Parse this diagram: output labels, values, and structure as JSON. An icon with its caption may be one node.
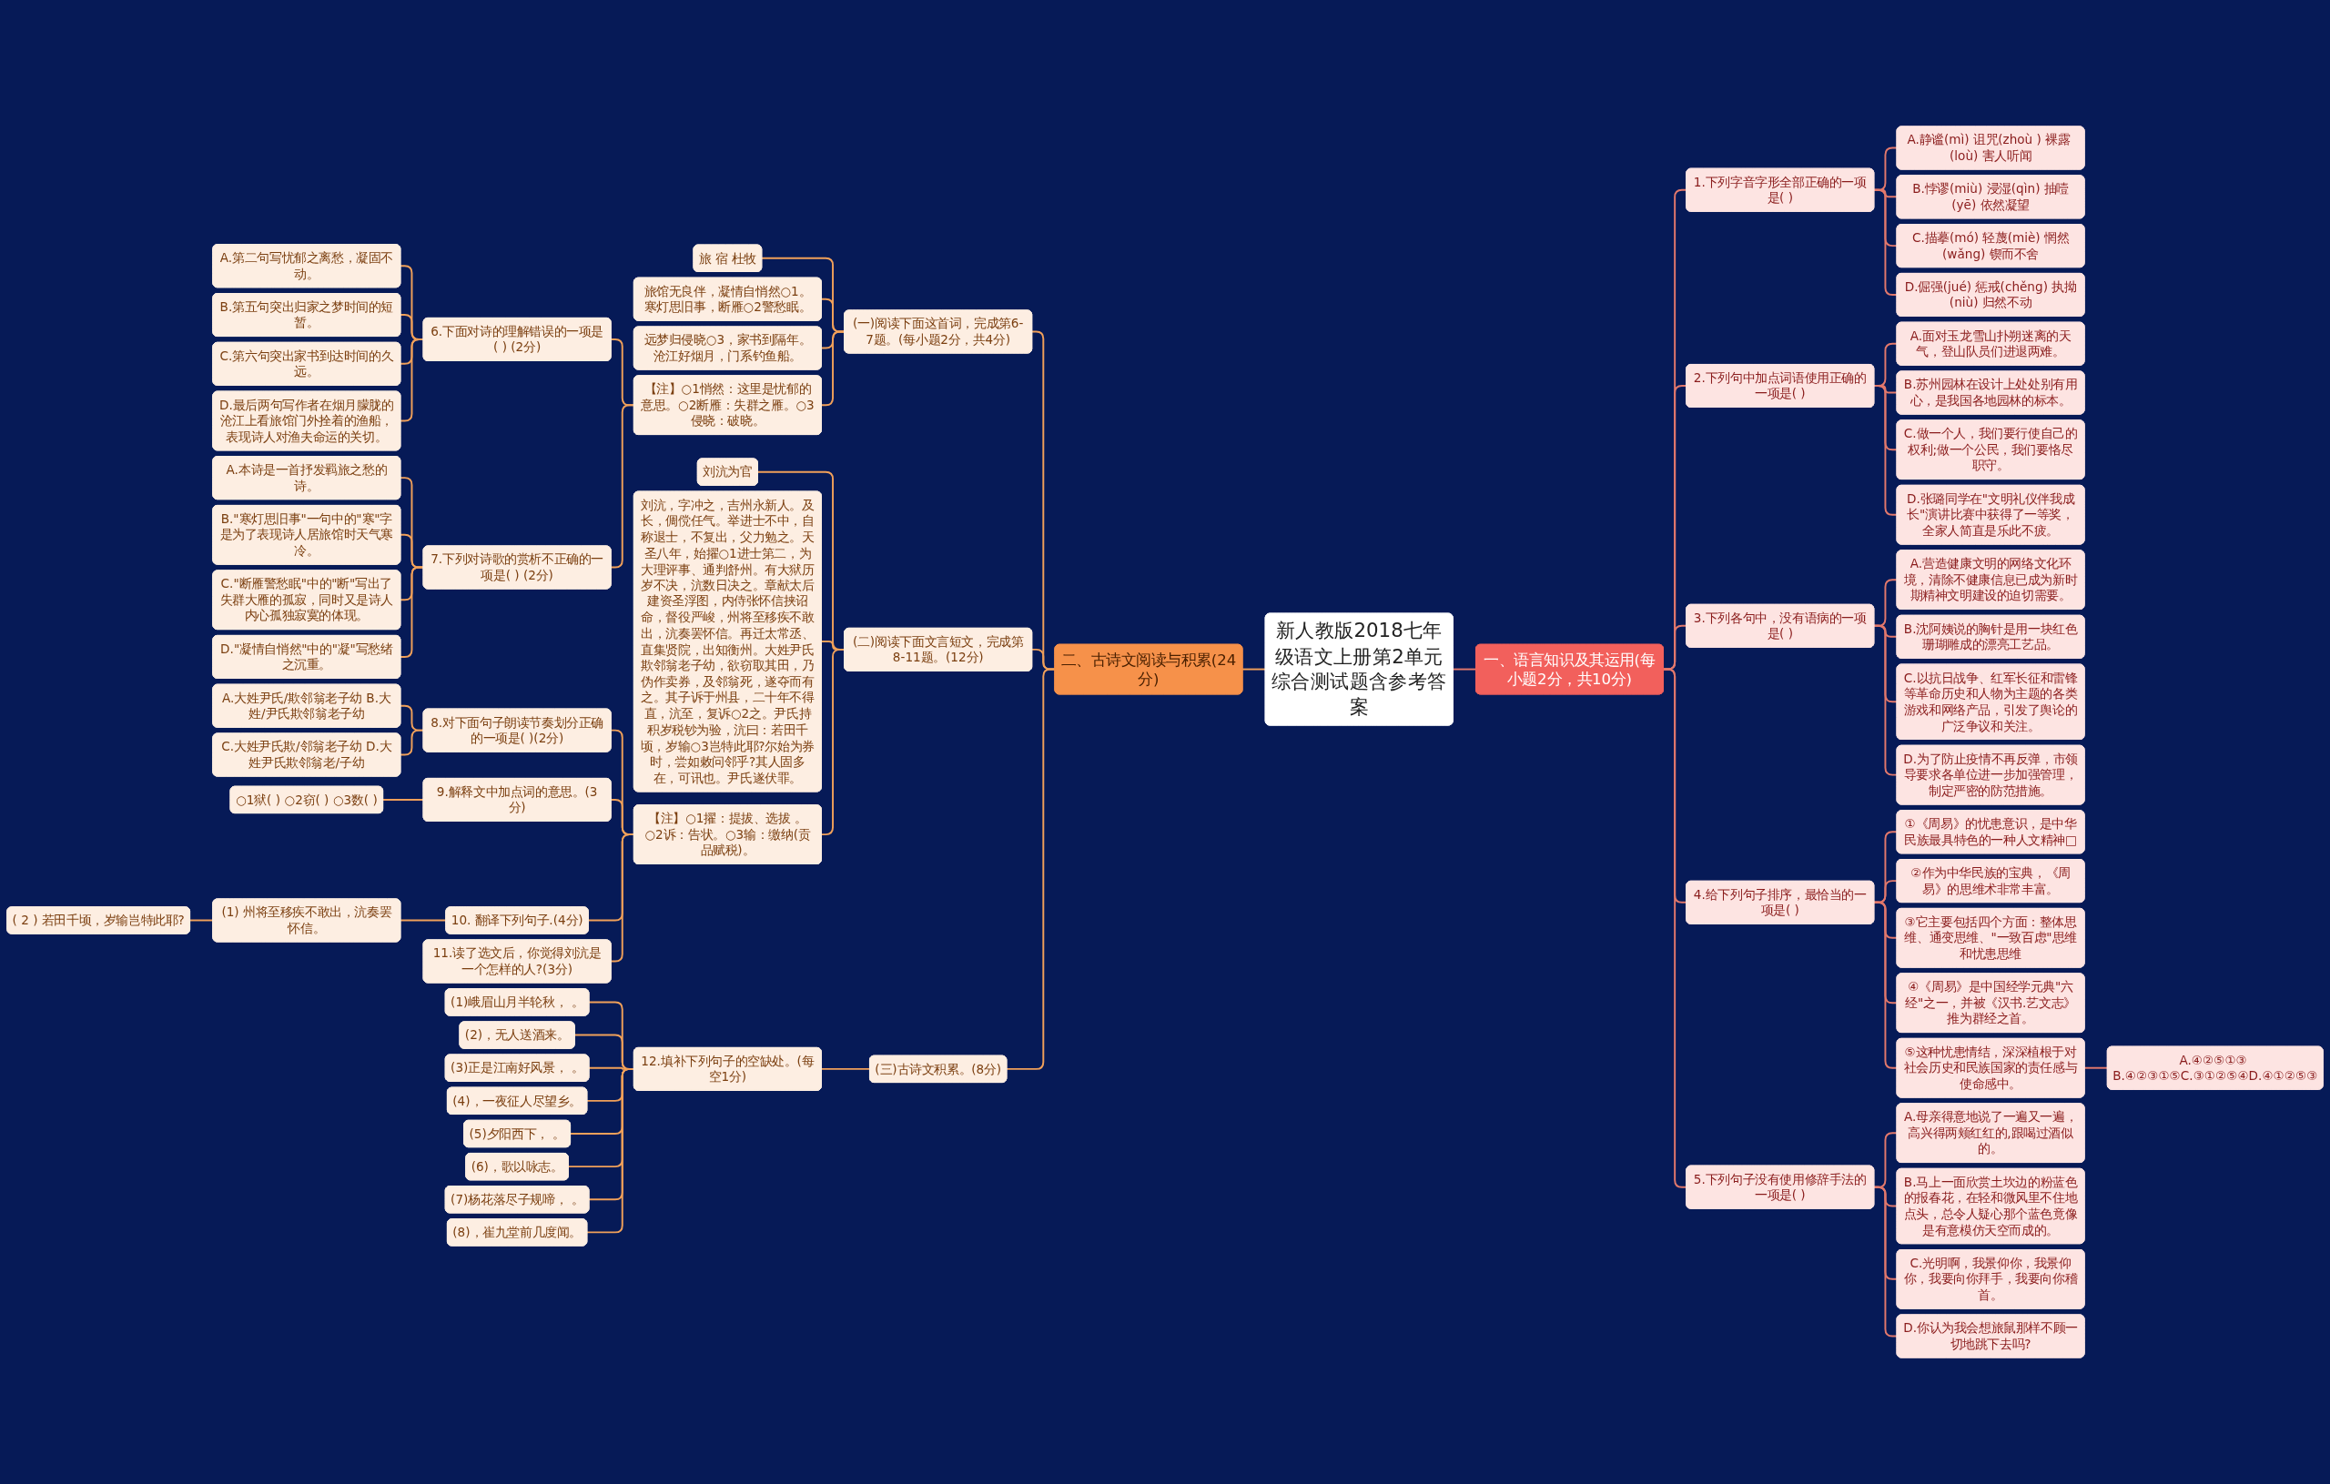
{
  "diagram": {
    "nodes": [
      {
        "text": [
          "新人教版2018七年级语文上册第2单元综合测试题含参考答案"
        ]
      },
      {
        "text": [
          "一、语言知识及其运用(每小题2分，共10分)"
        ]
      },
      {
        "text": [
          "1.下列字音字形全部正确的一项是( )"
        ]
      },
      {
        "text": [
          "A.静谧(mì) 诅咒(zhoù ) 裸露 (loù) 害人听闻"
        ]
      },
      {
        "text": [
          "B.悖谬(miù) 浸湿(qìn) 抽噎(yē) 依然凝望"
        ]
      },
      {
        "text": [
          "C.描摹(mó) 轻蔑(miè) 惘然(wǎng) 锲而不舍"
        ]
      },
      {
        "text": [
          "D.倔强(jué) 惩戒(chěng) 执拗(niù) 归然不动"
        ]
      },
      {
        "text": [
          "2.下列句中加点词语使用正确的一项是( )"
        ]
      },
      {
        "text": [
          "A.面对玉龙雪山扑朔迷离的天气，登山队员们进退两难。"
        ]
      },
      {
        "text": [
          "B.苏州园林在设计上处处别有用心，是我国各地园林的标本。"
        ]
      },
      {
        "text": [
          "C.做一个人，我们要行使自己的权利;做一个公民，我们要恪尽职守。"
        ]
      },
      {
        "text": [
          "D.张璐同学在\"文明礼仪伴我成长\"演讲比赛中获得了一等奖，全家人简直是乐此不疲。"
        ]
      },
      {
        "text": [
          "3.下列各句中，没有语病的一项是( )"
        ]
      },
      {
        "text": [
          "A.营造健康文明的网络文化环境，清除不健康信息已成为新时期精神文明建设的迫切需要。"
        ]
      },
      {
        "text": [
          "B.沈阿姨说的胸针是用一块红色珊瑚雕成的漂亮工艺品。"
        ]
      },
      {
        "text": [
          "C.以抗日战争、红军长征和雷锋等革命历史和人物为主题的各类游戏和网络产品，引发了舆论的广泛争议和关注。"
        ]
      },
      {
        "text": [
          "D.为了防止疫情不再反弹，市领导要求各单位进一步加强管理，制定严密的防范措施。"
        ]
      },
      {
        "text": [
          "4.给下列句子排序，最恰当的一项是( )"
        ]
      },
      {
        "text": [
          "①《周易》的忧患意识，是中华民族最具特色的一种人文精神□"
        ]
      },
      {
        "text": [
          "②作为中华民族的宝典，《周易》的思维术非常丰富。"
        ]
      },
      {
        "text": [
          "③它主要包括四个方面：整体思维、通变思维、\"一致百虑\"思维和忧患思维"
        ]
      },
      {
        "text": [
          "④《周易》是中国经学元典\"六经\"之一，并被《汉书.艺文志》推为群经之首。"
        ]
      },
      {
        "text": [
          "⑤这种忧患情结，深深植根于对社会历史和民族国家的责任感与使命感中。"
        ]
      },
      {
        "text": [
          "A.④②⑤①③ B.④②③①⑤C.③①②⑤④D.④①②⑤③"
        ]
      },
      {
        "text": [
          "5.下列句子没有使用修辞手法的一项是( )"
        ]
      },
      {
        "text": [
          "A.母亲得意地说了一遍又一遍，高兴得两颊红红的,跟喝过酒似的。"
        ]
      },
      {
        "text": [
          "B.马上一面欣赏土坎边的粉蓝色的报春花，在轻和微风里不住地点头，总令人疑心那个蓝色竟像是有意模仿天空而成的。"
        ]
      },
      {
        "text": [
          "C.光明啊，我景仰你，我景仰你，我要向你拜手，我要向你稽首。"
        ]
      },
      {
        "text": [
          "D.你认为我会想旅鼠那样不顾一切地跳下去吗?"
        ]
      },
      {
        "text": [
          "二、古诗文阅读与积累(24分)"
        ]
      },
      {
        "text": [
          "(一)阅读下面这首词，完成第6-7题。(每小题2分，共4分)"
        ]
      },
      {
        "text": [
          "旅 宿 杜牧"
        ]
      },
      {
        "text": [
          "旅馆无良伴，凝情自悄然○1。寒灯思旧事，断雁○2警愁眠。"
        ]
      },
      {
        "text": [
          "远梦归侵晓○3，家书到隔年。沧江好烟月，门系钓鱼船。"
        ]
      },
      {
        "text": [
          "【注】○1悄然：这里是忧郁的意思。○2断雁：失群之雁。○3侵晓：破晓。"
        ]
      },
      {
        "text": [
          "6.下面对诗的理解错误的一项是( ) (2分)"
        ]
      },
      {
        "text": [
          "A.第二句写忧郁之离愁，凝固不动。"
        ]
      },
      {
        "text": [
          "B.第五句突出归家之梦时间的短暂。"
        ]
      },
      {
        "text": [
          "C.第六句突出家书到达时间的久远。"
        ]
      },
      {
        "text": [
          "D.最后两句写作者在烟月朦胧的沧江上看旅馆门外拴着的渔船，表现诗人对渔夫命运的关切。"
        ]
      },
      {
        "text": [
          "7.下列对诗歌的赏析不正确的一项是( ) (2分)"
        ]
      },
      {
        "text": [
          "A.本诗是一首抒发羁旅之愁的诗。"
        ]
      },
      {
        "text": [
          "B.\"寒灯思旧事\"一句中的\"寒\"字是为了表现诗人居旅馆时天气寒冷。"
        ]
      },
      {
        "text": [
          "C.\"断雁警愁眠\"中的\"断\"写出了失群大雁的孤寂，同时又是诗人内心孤独寂寞的体现。"
        ]
      },
      {
        "text": [
          "D.\"凝情自悄然\"中的\"凝\"写愁绪之沉重。"
        ]
      },
      {
        "text": [
          "(二)阅读下面文言短文，完成第8-11题。(12分)"
        ]
      },
      {
        "text": [
          "刘沆为官"
        ]
      },
      {
        "text": [
          "刘沆，字冲之，吉州永新人。及长，倜傥任气。举进士不中，自称退士，不复出，父力勉之。天圣八年，始擢○1进士第二，为大理评事、通判舒州。有大狱历岁不决，沆数日决之。章献太后建资圣浮图，内侍张怀信挟诏命，督役严峻，州将至移疾不敢出，沆奏罢怀信。再迁太常丞、直集贤院，出知衡州。大姓尹氏欺邻翁老子幼，欲窃取其田，乃伪作卖券，及邻翁死，遂夺而有之。其子诉于州县，二十年不得直，沆至，复诉○2之。尹氏持积岁税钞为验，沆曰：若田千顷，岁输○3岂特此耶?尔始为券时，尝如敕问邻乎?其人固多在，可讯也。尹氏遂伏罪。"
        ]
      },
      {
        "text": [
          "【注】○1擢：提拔、选拔 。○2诉：告状。○3输：缴纳(贡品赋税)。"
        ]
      },
      {
        "text": [
          "8.对下面句子朗读节奏划分正确的一项是( )(2分)"
        ]
      },
      {
        "text": [
          "A.大姓尹氏/欺邻翁老子幼 B.大姓/尹氏欺邻翁老子幼"
        ]
      },
      {
        "text": [
          "C.大姓尹氏欺/邻翁老子幼 D.大姓尹氏欺邻翁老/子幼"
        ]
      },
      {
        "text": [
          "9.解释文中加点词的意思。(3分)"
        ]
      },
      {
        "text": [
          "○1狱( ) ○2窃( ) ○3数( )"
        ]
      },
      {
        "text": [
          "10. 翻译下列句子.(4分)"
        ]
      },
      {
        "text": [
          "(1) 州将至移疾不敢出，沆奏罢怀信。"
        ]
      },
      {
        "text": [
          "( 2 ) 若田千顷，岁输岂特此耶?"
        ]
      },
      {
        "text": [
          "11.读了选文后，你觉得刘沆是一个怎样的人?(3分)"
        ]
      },
      {
        "text": [
          "(三)古诗文积累。(8分)"
        ]
      },
      {
        "text": [
          "12.填补下列句子的空缺处。(每空1分)"
        ]
      },
      {
        "text": [
          "(1)峨眉山月半轮秋， 。"
        ]
      },
      {
        "text": [
          "(2)，无人送酒来。"
        ]
      },
      {
        "text": [
          "(3)正是江南好风景， 。"
        ]
      },
      {
        "text": [
          "(4)，一夜征人尽望乡。"
        ]
      },
      {
        "text": [
          "(5)夕阳西下， 。"
        ]
      },
      {
        "text": [
          "(6)，歌以咏志。"
        ]
      },
      {
        "text": [
          "(7)杨花落尽子规啼， 。"
        ]
      },
      {
        "text": [
          "(8)，崔九堂前几度闻。"
        ]
      }
    ],
    "edges": [
      {
        "from": 0,
        "to": 1,
        "arrow": "none",
        "color": "#e2786c"
      },
      {
        "from": 1,
        "to": 2,
        "arrow": "none",
        "color": "#e2786c"
      },
      {
        "from": 2,
        "to": 3,
        "arrow": "none",
        "color": "#e2786c"
      },
      {
        "from": 2,
        "to": 4,
        "arrow": "none",
        "color": "#e2786c"
      },
      {
        "from": 2,
        "to": 5,
        "arrow": "none",
        "color": "#e2786c"
      },
      {
        "from": 2,
        "to": 6,
        "arrow": "none",
        "color": "#e2786c"
      },
      {
        "from": 1,
        "to": 7,
        "arrow": "none",
        "color": "#e2786c"
      },
      {
        "from": 7,
        "to": 8,
        "arrow": "none",
        "color": "#e2786c"
      },
      {
        "from": 7,
        "to": 9,
        "arrow": "none",
        "color": "#e2786c"
      },
      {
        "from": 7,
        "to": 10,
        "arrow": "none",
        "color": "#e2786c"
      },
      {
        "from": 7,
        "to": 11,
        "arrow": "none",
        "color": "#e2786c"
      },
      {
        "from": 1,
        "to": 12,
        "arrow": "none",
        "color": "#e2786c"
      },
      {
        "from": 12,
        "to": 13,
        "arrow": "none",
        "color": "#e2786c"
      },
      {
        "from": 12,
        "to": 14,
        "arrow": "none",
        "color": "#e2786c"
      },
      {
        "from": 12,
        "to": 15,
        "arrow": "none",
        "color": "#e2786c"
      },
      {
        "from": 12,
        "to": 16,
        "arrow": "none",
        "color": "#e2786c"
      },
      {
        "from": 1,
        "to": 17,
        "arrow": "none",
        "color": "#e2786c"
      },
      {
        "from": 17,
        "to": 18,
        "arrow": "none",
        "color": "#e2786c"
      },
      {
        "from": 17,
        "to": 19,
        "arrow": "none",
        "color": "#e2786c"
      },
      {
        "from": 17,
        "to": 20,
        "arrow": "none",
        "color": "#e2786c"
      },
      {
        "from": 17,
        "to": 21,
        "arrow": "none",
        "color": "#e2786c"
      },
      {
        "from": 17,
        "to": 22,
        "arrow": "none",
        "color": "#e2786c"
      },
      {
        "from": 22,
        "to": 23,
        "arrow": "none",
        "color": "#e2786c"
      },
      {
        "from": 1,
        "to": 24,
        "arrow": "none",
        "color": "#e2786c"
      },
      {
        "from": 24,
        "to": 25,
        "arrow": "none",
        "color": "#e2786c"
      },
      {
        "from": 24,
        "to": 26,
        "arrow": "none",
        "color": "#e2786c"
      },
      {
        "from": 24,
        "to": 27,
        "arrow": "none",
        "color": "#e2786c"
      },
      {
        "from": 24,
        "to": 28,
        "arrow": "none",
        "color": "#e2786c"
      },
      {
        "from": 29,
        "to": 0,
        "arrow": "none"
      },
      {
        "from": 30,
        "to": 29,
        "arrow": "none"
      },
      {
        "from": 31,
        "to": 30,
        "arrow": "none"
      },
      {
        "from": 32,
        "to": 30,
        "arrow": "none"
      },
      {
        "from": 33,
        "to": 30,
        "arrow": "none"
      },
      {
        "from": 34,
        "to": 30,
        "arrow": "none"
      },
      {
        "from": 35,
        "to": 34,
        "arrow": "none"
      },
      {
        "from": 36,
        "to": 35,
        "arrow": "none"
      },
      {
        "from": 37,
        "to": 35,
        "arrow": "none"
      },
      {
        "from": 38,
        "to": 35,
        "arrow": "none"
      },
      {
        "from": 39,
        "to": 35,
        "arrow": "none"
      },
      {
        "from": 40,
        "to": 34,
        "arrow": "none"
      },
      {
        "from": 41,
        "to": 40,
        "arrow": "none"
      },
      {
        "from": 42,
        "to": 40,
        "arrow": "none"
      },
      {
        "from": 43,
        "to": 40,
        "arrow": "none"
      },
      {
        "from": 44,
        "to": 40,
        "arrow": "none"
      },
      {
        "from": 45,
        "to": 29,
        "arrow": "none"
      },
      {
        "from": 46,
        "to": 45,
        "arrow": "none"
      },
      {
        "from": 47,
        "to": 45,
        "arrow": "none"
      },
      {
        "from": 48,
        "to": 45,
        "arrow": "none"
      },
      {
        "from": 49,
        "to": 48,
        "arrow": "none"
      },
      {
        "from": 50,
        "to": 49,
        "arrow": "none"
      },
      {
        "from": 51,
        "to": 49,
        "arrow": "none"
      },
      {
        "from": 52,
        "to": 48,
        "arrow": "none"
      },
      {
        "from": 53,
        "to": 52,
        "arrow": "none"
      },
      {
        "from": 54,
        "to": 48,
        "arrow": "none"
      },
      {
        "from": 55,
        "to": 54,
        "arrow": "none"
      },
      {
        "from": 56,
        "to": 55,
        "arrow": "none"
      },
      {
        "from": 57,
        "to": 48,
        "arrow": "none"
      },
      {
        "from": 58,
        "to": 29,
        "arrow": "none"
      },
      {
        "from": 59,
        "to": 58,
        "arrow": "none"
      },
      {
        "from": 60,
        "to": 59,
        "arrow": "none"
      },
      {
        "from": 61,
        "to": 59,
        "arrow": "none"
      },
      {
        "from": 62,
        "to": 59,
        "arrow": "none"
      },
      {
        "from": 63,
        "to": 59,
        "arrow": "none"
      },
      {
        "from": 64,
        "to": 59,
        "arrow": "none"
      },
      {
        "from": 65,
        "to": 59,
        "arrow": "none"
      },
      {
        "from": 66,
        "to": 59,
        "arrow": "none"
      },
      {
        "from": 67,
        "to": 59,
        "arrow": "none"
      }
    ]
  }
}
